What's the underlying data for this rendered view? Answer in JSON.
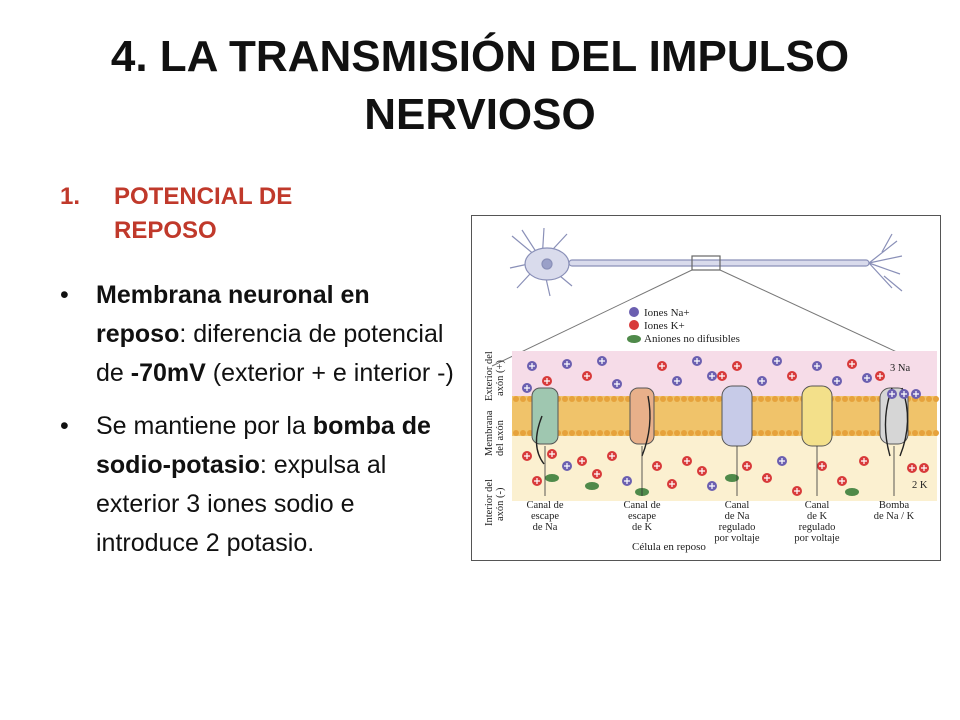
{
  "title": {
    "line1": "4. LA TRANSMISIÓN DEL IMPULSO",
    "line2": "NERVIOSO"
  },
  "section": {
    "number": "1.",
    "line1": "POTENCIAL DE",
    "line2": "REPOSO"
  },
  "bullets": [
    {
      "bold1": "Membrana neuronal en reposo",
      "text1": ": diferencia de potencial de ",
      "bold2": "-70mV",
      "text2": " (exterior + e interior -)"
    },
    {
      "text1": "Se mantiene por la ",
      "bold1": "bomba de sodio-potasio",
      "text2": ": expulsa al exterior 3 iones sodio e introduce 2 potasio."
    }
  ],
  "figure": {
    "legend": {
      "na": "Iones Na+",
      "k": "Iones K+",
      "anions": "Aniones no difusibles"
    },
    "side_labels": {
      "exterior": [
        "Exterior del",
        "axón (+)"
      ],
      "membrane": [
        "Membrana",
        "del axón"
      ],
      "interior": [
        "Interior del",
        "axón (-)"
      ]
    },
    "pump_top": "3 Na",
    "pump_bottom": "2 K",
    "channels": [
      {
        "lines": [
          "Canal de",
          "escape",
          "de Na"
        ]
      },
      {
        "lines": [
          "Canal de",
          "escape",
          "de K"
        ]
      },
      {
        "lines": [
          "Canal",
          "de Na",
          "regulado",
          "por voltaje"
        ]
      },
      {
        "lines": [
          "Canal",
          "de K",
          "regulado",
          "por voltaje"
        ]
      },
      {
        "lines": [
          "Bomba",
          "de Na / K"
        ]
      }
    ],
    "caption": "Célula en reposo",
    "colors": {
      "na_ion": "#6b5fb0",
      "k_ion": "#d83a3a",
      "anion": "#4f8a4a",
      "membrane": "#f0c36a",
      "exterior_bg": "#f6dce8",
      "interior_bg": "#fbf0d0"
    }
  }
}
